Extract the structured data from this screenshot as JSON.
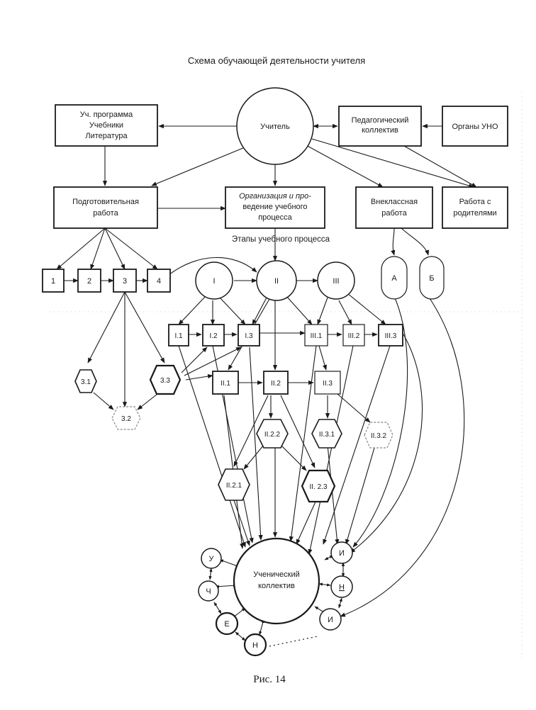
{
  "title": "Схема обучающей деятельности учителя",
  "caption": "Рис. 14",
  "stages_label": "Этапы учебного процесса",
  "nodes": {
    "teacher": "Учитель",
    "program": [
      "Уч. программа",
      "Учебники",
      "Литература"
    ],
    "ped_collective": [
      "Педагогический",
      "коллектив"
    ],
    "uno": "Органы УНО",
    "prep_work": [
      "Подготовительная",
      "работа"
    ],
    "organization": [
      "Организация и про-",
      "ведение учебного",
      "процесса"
    ],
    "extracurricular": [
      "Внеклассная",
      "работа"
    ],
    "parents": [
      "Работа с",
      "родителями"
    ],
    "prep_steps": [
      "1",
      "2",
      "3",
      "4"
    ],
    "stages": [
      "I",
      "II",
      "III"
    ],
    "extra_a": "А",
    "extra_b": "Б",
    "sub_stage1": [
      "I.1",
      "I.2",
      "I.3"
    ],
    "sub_stage3": [
      "III.1",
      "III.2",
      "III.3"
    ],
    "sub_stage2": [
      "II.1",
      "II.2",
      "II.3"
    ],
    "hex_prep": [
      "3.1",
      "3.2",
      "3.3"
    ],
    "hex_22": "II.2.2",
    "hex_31": "II.3.1",
    "hex_32": "II.3.2",
    "hex_21": "II.2.1",
    "hex_23": "II. 2.3",
    "student_collective": [
      "Ученический",
      "коллектив"
    ],
    "students_left": [
      "У",
      "Ч",
      "Е",
      "Н"
    ],
    "students_right": [
      "И",
      "Н",
      "И"
    ]
  }
}
